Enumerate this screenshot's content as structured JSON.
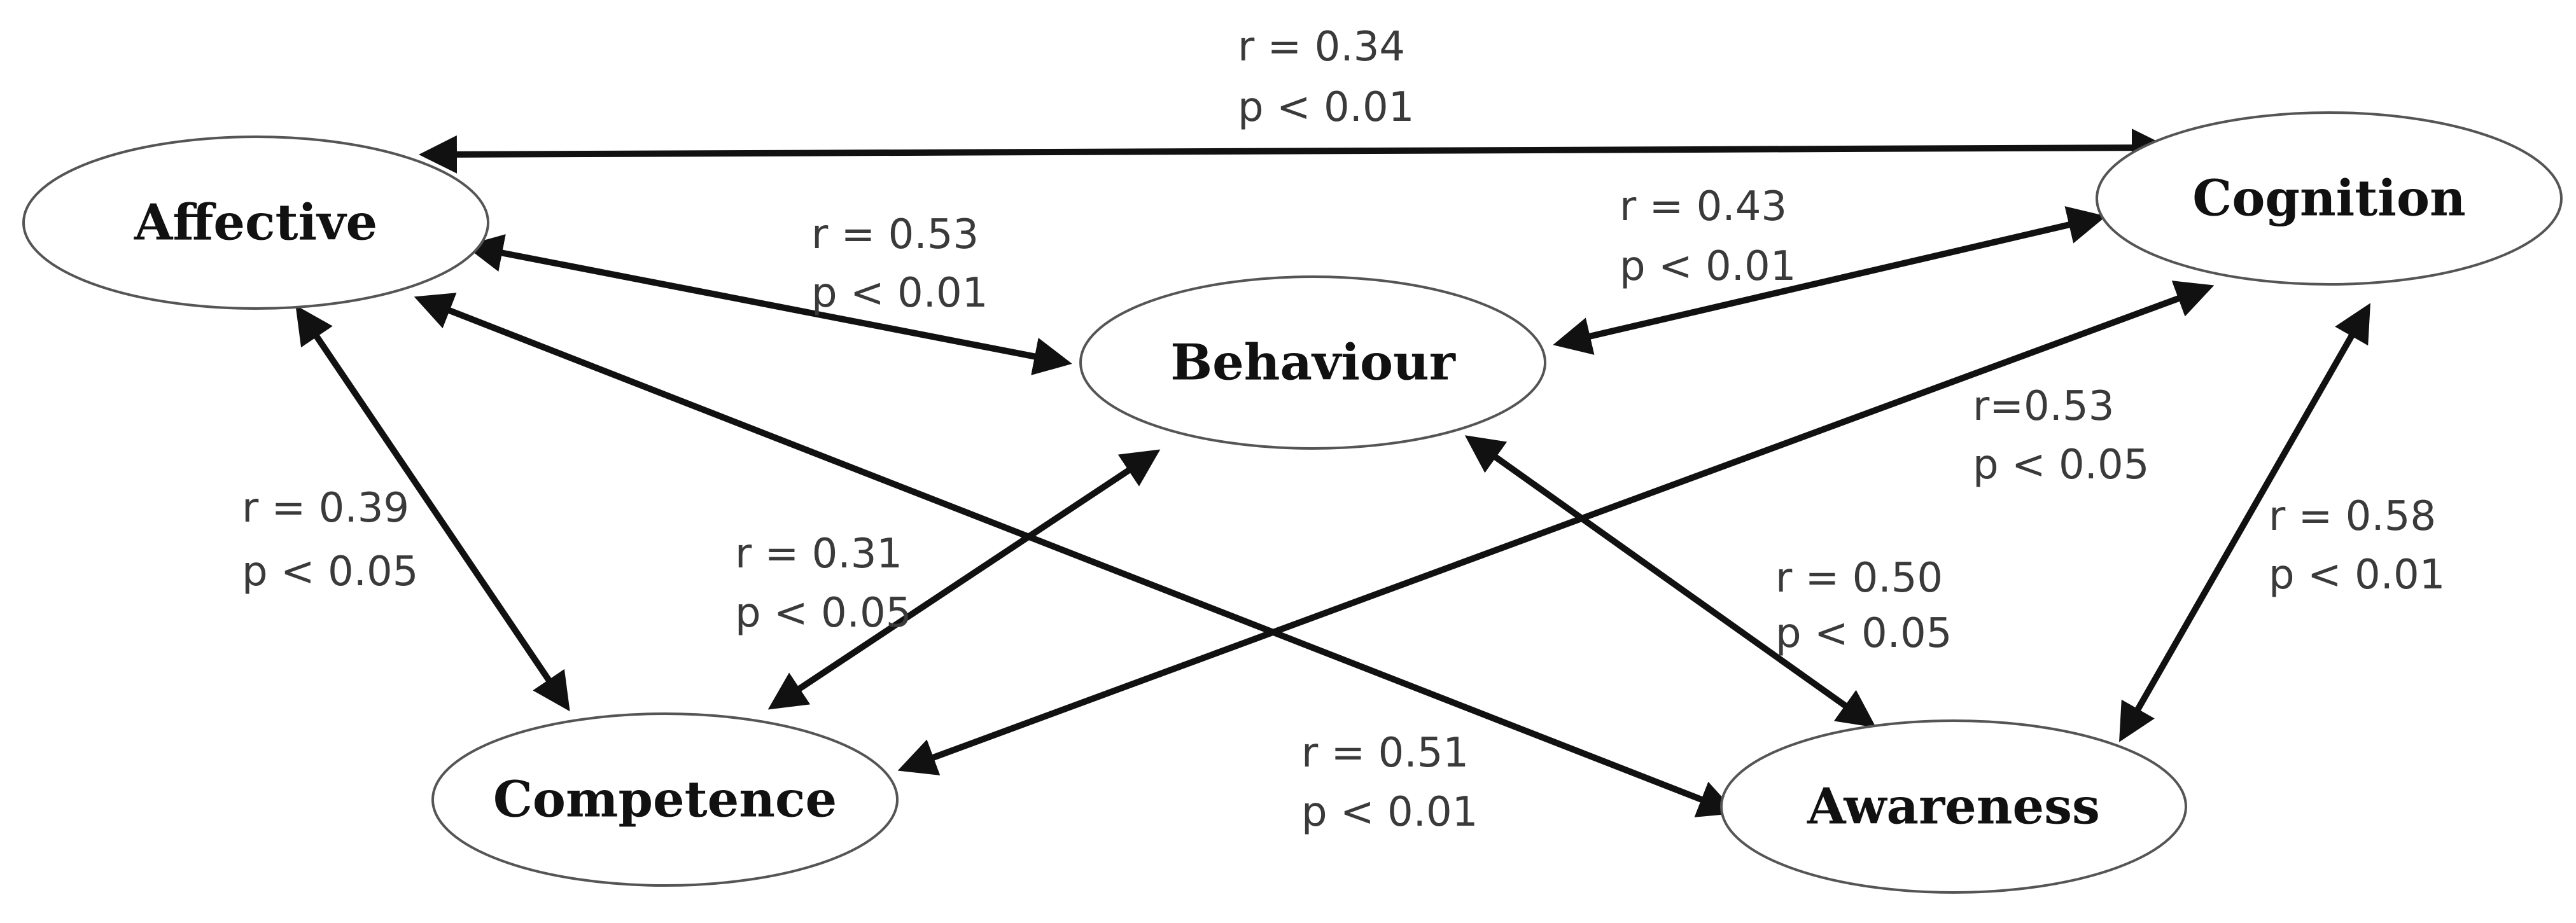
{
  "nodes": {
    "affective": "Affective",
    "cognition": "Cognition",
    "behaviour": "Behaviour",
    "competence": "Competence",
    "awareness": "Awareness"
  },
  "correlations": [
    {
      "from": "Affective",
      "to": "Cognition",
      "r": "r = 0.34",
      "p": "p < 0.01"
    },
    {
      "from": "Affective",
      "to": "Behaviour",
      "r": "r = 0.53",
      "p": "p < 0.01"
    },
    {
      "from": "Behaviour",
      "to": "Cognition",
      "r": "r = 0.43",
      "p": "p < 0.01"
    },
    {
      "from": "Competence",
      "to": "Cognition",
      "r": "r=0.53",
      "p": "p < 0.05"
    },
    {
      "from": "Affective",
      "to": "Competence",
      "r": "r = 0.39",
      "p": "p < 0.05"
    },
    {
      "from": "Competence",
      "to": "Behaviour",
      "r": "r = 0.31",
      "p": "p < 0.05"
    },
    {
      "from": "Behaviour",
      "to": "Awareness",
      "r": "r = 0.50",
      "p": "p < 0.05"
    },
    {
      "from": "Cognition",
      "to": "Awareness",
      "r": "r = 0.58",
      "p": "p < 0.01"
    },
    {
      "from": "Affective",
      "to": "Awareness",
      "r": "r = 0.51",
      "p": "p < 0.01"
    }
  ]
}
